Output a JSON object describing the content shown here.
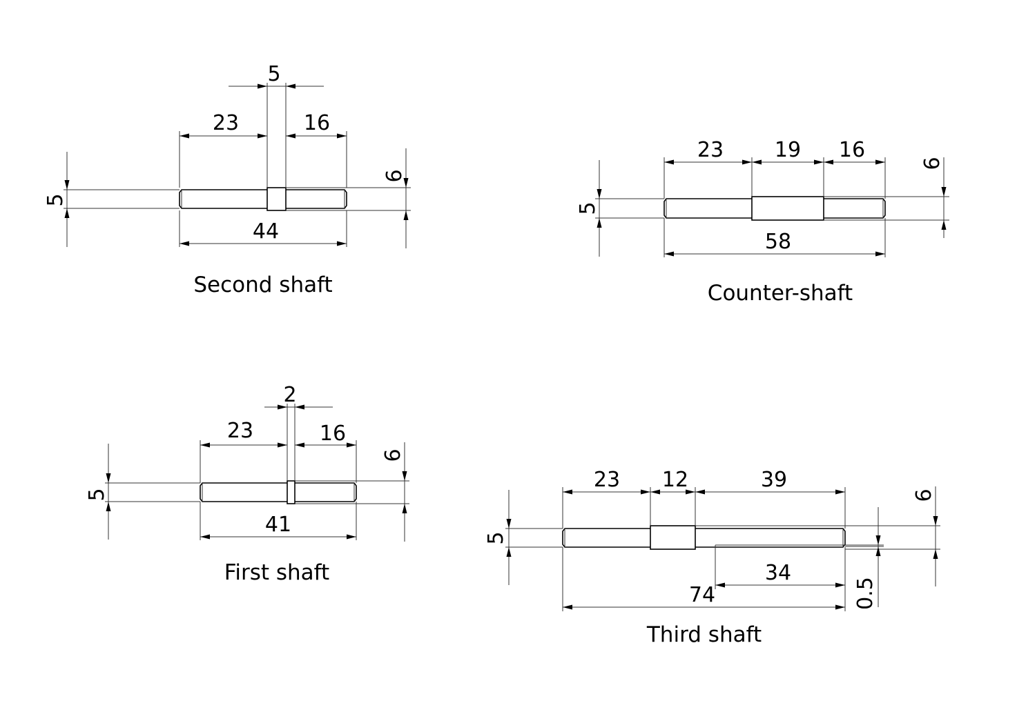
{
  "second_shaft": {
    "title": "Second shaft",
    "d_left": "23",
    "d_collar": "5",
    "d_right": "16",
    "d_total": "44",
    "dia_shaft": "5",
    "dia_collar": "6"
  },
  "counter_shaft": {
    "title": "Counter-shaft",
    "d_left": "23",
    "d_collar": "19",
    "d_right": "16",
    "d_total": "58",
    "dia_shaft": "5",
    "dia_collar": "6"
  },
  "first_shaft": {
    "title": "First shaft",
    "d_left": "23",
    "d_collar": "2",
    "d_right": "16",
    "d_total": "41",
    "dia_shaft": "5",
    "dia_collar": "6"
  },
  "third_shaft": {
    "title": "Third shaft",
    "d_left": "23",
    "d_collar": "12",
    "d_right": "39",
    "d_flat": "34",
    "d_total": "74",
    "dia_shaft": "5",
    "dia_collar": "6",
    "flat_depth": "0.5"
  }
}
